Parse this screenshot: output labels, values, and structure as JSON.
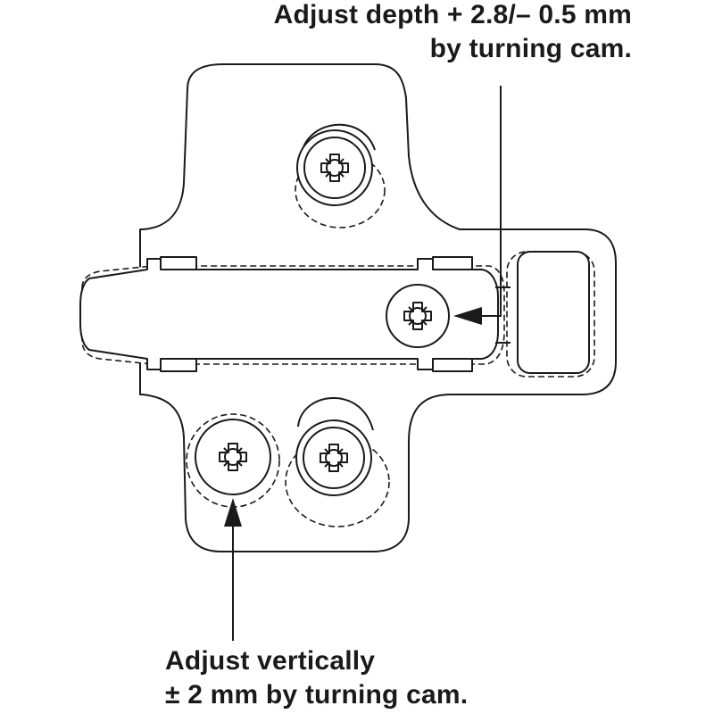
{
  "callouts": {
    "depth": {
      "line1": "Adjust depth + 2.8/– 0.5 mm",
      "line2": "by turning cam."
    },
    "vertical": {
      "line1": "Adjust vertically",
      "line2": "± 2 mm by turning cam."
    }
  },
  "icons": {
    "screw": "phillips-pozi-screw-icon",
    "arrow": "arrowhead-icon"
  },
  "colors": {
    "line": "#1a1a1a",
    "background": "#ffffff"
  }
}
